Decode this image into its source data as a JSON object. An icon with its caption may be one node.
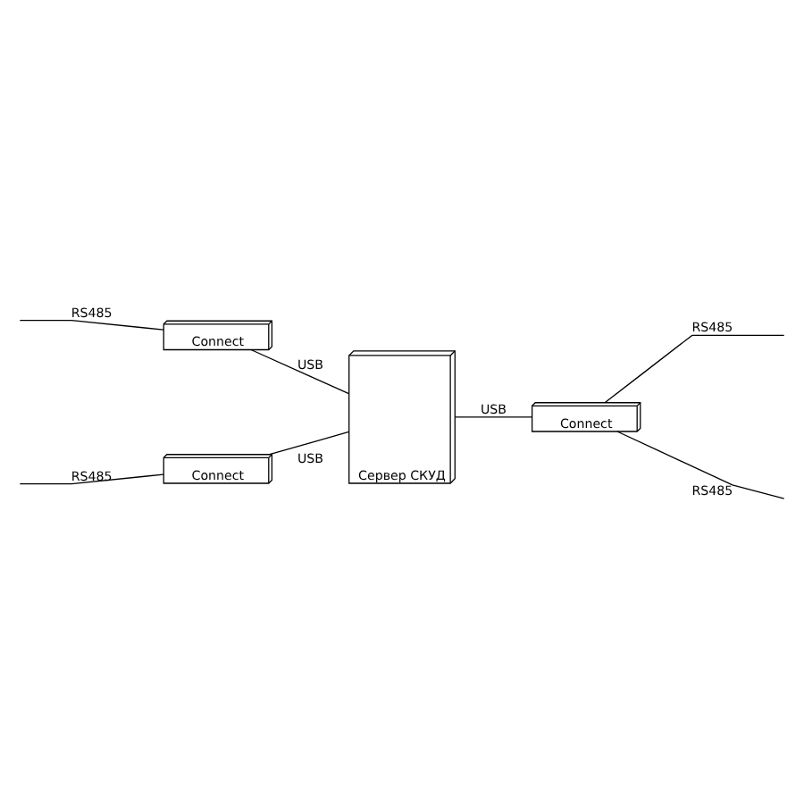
{
  "diagram": {
    "nodes": [
      {
        "text": [
          "Сервер СКУД"
        ]
      },
      {
        "text": [
          "Connect"
        ]
      },
      {
        "text": [
          "Connect"
        ]
      },
      {
        "text": [
          "Connect"
        ]
      }
    ],
    "edges": [
      {
        "from": null,
        "to": 1,
        "arrow": "none",
        "label": "RS485"
      },
      {
        "from": 1,
        "to": 0,
        "arrow": "none",
        "label": "USB"
      },
      {
        "from": null,
        "to": 2,
        "arrow": "none",
        "label": "RS485"
      },
      {
        "from": 2,
        "to": 0,
        "arrow": "none",
        "label": "USB"
      },
      {
        "from": 0,
        "to": 3,
        "arrow": "none",
        "label": "USB"
      },
      {
        "from": 3,
        "to": null,
        "arrow": "none",
        "label": "RS485"
      },
      {
        "from": 3,
        "to": null,
        "arrow": "none",
        "label": "RS485"
      }
    ]
  }
}
